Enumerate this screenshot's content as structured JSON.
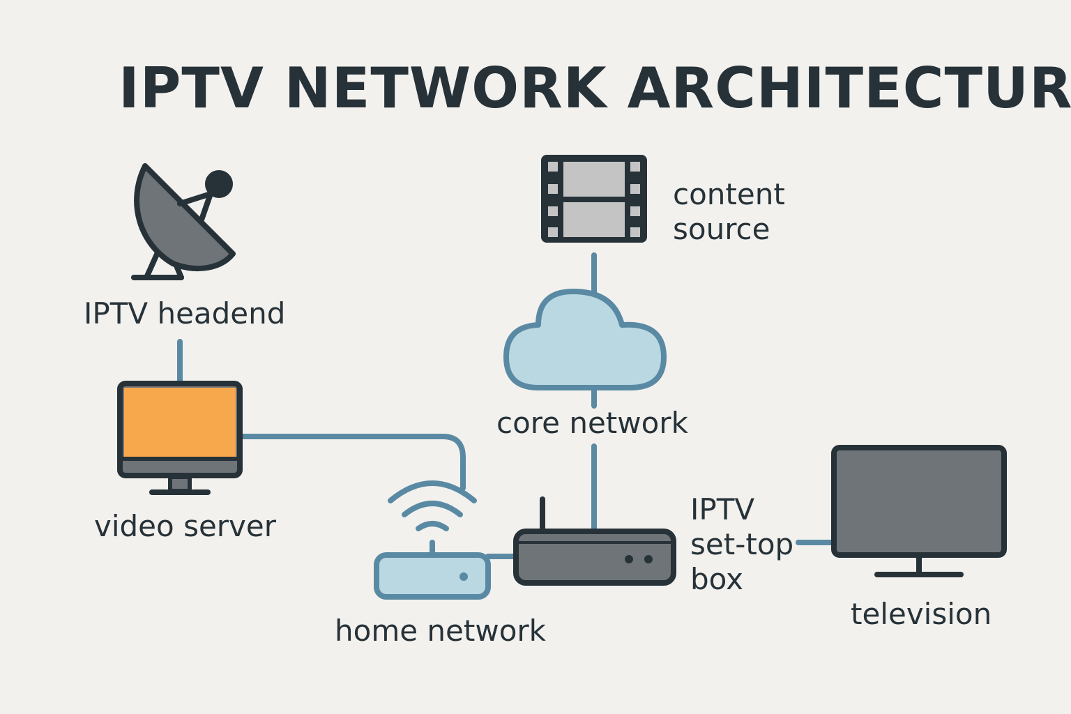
{
  "title": "IPTV NETWORK ARCHITECTURE",
  "nodes": {
    "headend": {
      "label": "IPTV headend",
      "icon": "satellite-dish-icon"
    },
    "video_server": {
      "label": "video server",
      "icon": "monitor-icon"
    },
    "content_source": {
      "label_line1": "content",
      "label_line2": "source",
      "icon": "film-strip-icon"
    },
    "core_network": {
      "label": "core network",
      "icon": "cloud-icon"
    },
    "home_network": {
      "label": "home network",
      "icon": "wifi-router-icon"
    },
    "set_top_box": {
      "label_line1": "IPTV",
      "label_line2": "set-top",
      "label_line3": "box",
      "icon": "router-box-icon"
    },
    "television": {
      "label": "television",
      "icon": "tv-icon"
    }
  },
  "colors": {
    "background": "#f3f1ee",
    "outline": "#263238",
    "link": "#5a8aa3",
    "screen_orange": "#f8a84c",
    "device_gray": "#6f7479",
    "film_gray": "#c4c4c4",
    "cloud_blue": "#b9d8e2"
  }
}
